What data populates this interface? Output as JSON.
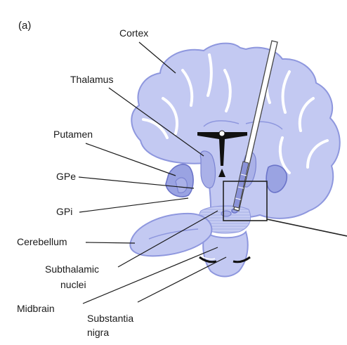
{
  "figure": {
    "panel_label": "(a)",
    "labels": {
      "cortex": "Cortex",
      "thalamus": "Thalamus",
      "putamen": "Putamen",
      "gpe": "GPe",
      "gpi": "GPi",
      "cerebellum": "Cerebellum",
      "subthalamic_line1": "Subthalamic",
      "subthalamic_line2": "nuclei",
      "midbrain": "Midbrain",
      "substantia_line1": "Substantia",
      "substantia_line2": "nigra"
    },
    "colors": {
      "brain_fill": "#c3c9f2",
      "brain_outline": "#8e97de",
      "nucleus_fill": "#9aa3e2",
      "ventricle": "#111111",
      "electrode": "#ffffff"
    }
  }
}
